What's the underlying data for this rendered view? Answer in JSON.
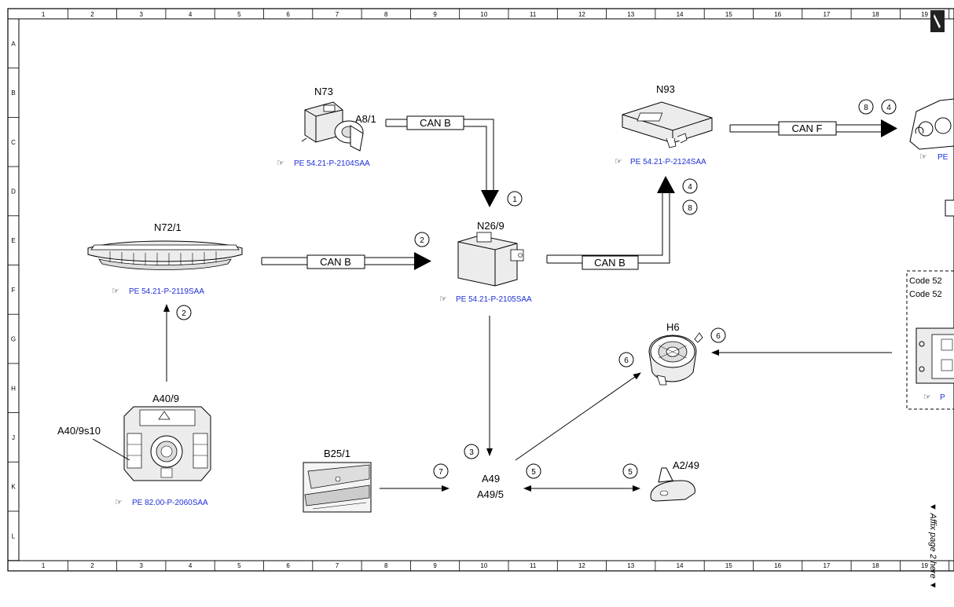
{
  "grid": {
    "columns": [
      "1",
      "2",
      "3",
      "4",
      "5",
      "6",
      "7",
      "8",
      "9",
      "10",
      "11",
      "12",
      "13",
      "14",
      "15",
      "16",
      "17",
      "18",
      "19"
    ],
    "rows": [
      "A",
      "B",
      "C",
      "D",
      "E",
      "F",
      "G",
      "H",
      "J",
      "K",
      "L"
    ]
  },
  "components": {
    "n73": "N73",
    "a8_1": "A8/1",
    "n93": "N93",
    "n72_1": "N72/1",
    "n26_9": "N26/9",
    "h6": "H6",
    "a40_9": "A40/9",
    "a40_9s10": "A40/9s10",
    "b25_1": "B25/1",
    "a49": "A49",
    "a49_5": "A49/5",
    "a2_49": "A2/49"
  },
  "refs": {
    "n73": "PE 54.21-P-2104SAA",
    "n93": "PE 54.21-P-2124SAA",
    "n72_1": "PE 54.21-P-2119SAA",
    "n26_9": "PE 54.21-P-2105SAA",
    "a40_9": "PE 82.00-P-2060SAA",
    "right_cut_1": "PE",
    "right_cut_2": "P"
  },
  "bus": {
    "n73_to_n26": "CAN B",
    "n72_to_n26": "CAN B",
    "n26_to_n93": "CAN B",
    "n93_out": "CAN F"
  },
  "steps": {
    "s1": "1",
    "s2a": "2",
    "s2b": "2",
    "s3": "3",
    "s4a": "4",
    "s4b": "4",
    "s5a": "5",
    "s5b": "5",
    "s6a": "6",
    "s6b": "6",
    "s7": "7",
    "s8a": "8",
    "s8b": "8"
  },
  "code_box": {
    "line1": "Code 52",
    "line2": "Code 52"
  },
  "side_note": "▼ Affix page 2 here ▼",
  "colors": {
    "line": "#000000",
    "ref_link": "#1f2fd8",
    "icon_fill": "#ececec"
  }
}
